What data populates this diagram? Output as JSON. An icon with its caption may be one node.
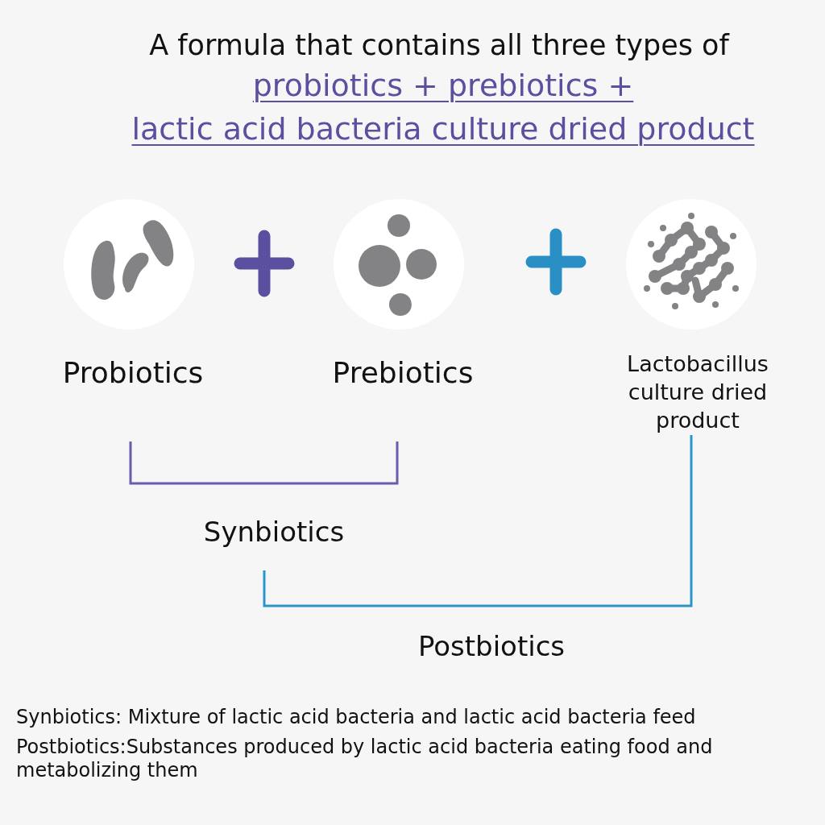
{
  "diagram": {
    "title": "A formula that contains all three types of",
    "nodes": [
      {
        "text": [
          "Probiotics"
        ]
      },
      {
        "text": [
          "Prebiotics"
        ]
      },
      {
        "text": [
          "Lactobacillus culture dried product"
        ]
      },
      {
        "text": [
          "Synbiotics"
        ]
      },
      {
        "text": [
          "Postbiotics"
        ]
      }
    ],
    "labels": [
      "probiotics + prebiotics +",
      "lactic acid bacteria culture dried product",
      "Synbiotics: Mixture of lactic acid bacteria and lactic acid bacteria feed",
      "Postbiotics:Substances produced by lactic acid bacteria eating food and metabolizing them"
    ]
  }
}
